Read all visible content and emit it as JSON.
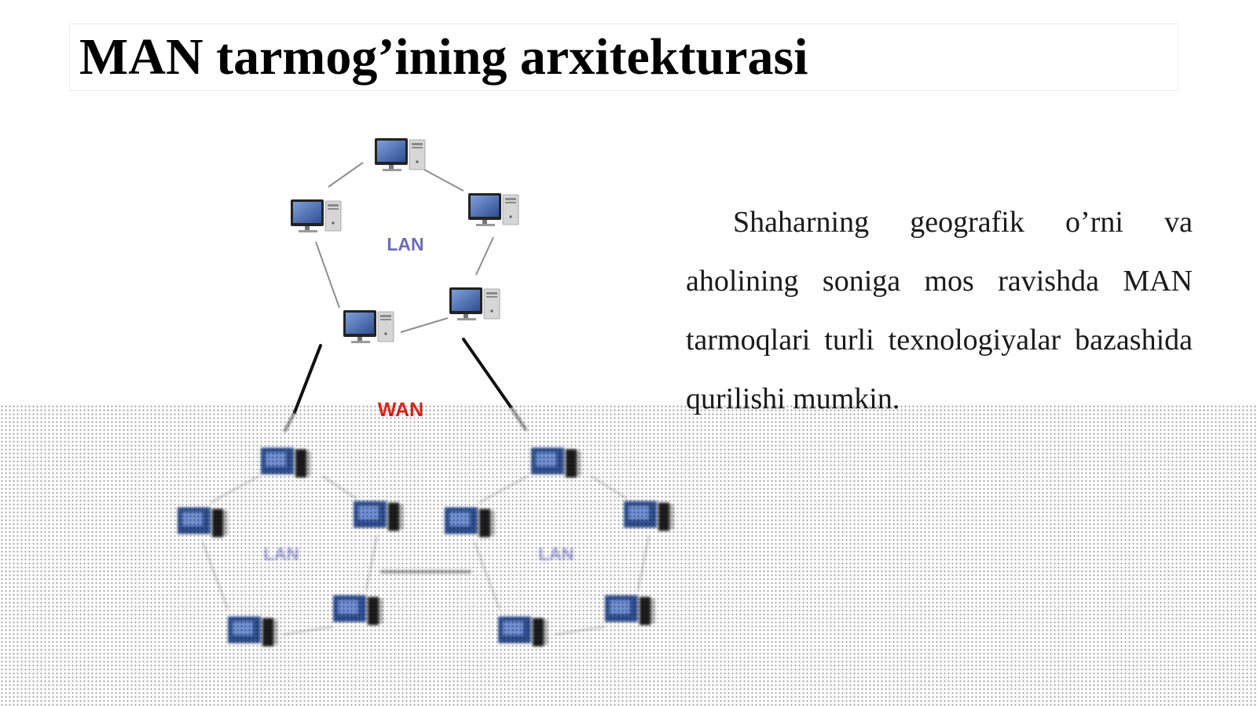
{
  "slide": {
    "title": "MAN tarmog’ining arxitekturasi",
    "paragraph": "Shaharning geografik o’rni va aholining soniga mos ravishda MAN tarmoqlari turli texnologiyalar bazashida qurilishi mumkin."
  },
  "diagram": {
    "top_label": "LAN",
    "middle_label": "WAN",
    "left_label": "LAN",
    "right_label": "LAN",
    "bottom_link_label": "",
    "colors": {
      "lan_label": "#6b6bbf",
      "wan_label": "#e0251b",
      "monitor": "#3d5fa8",
      "tower": "#2a2a2a",
      "link": "#8c8c8c"
    },
    "icons": [
      "computer-icon"
    ]
  }
}
